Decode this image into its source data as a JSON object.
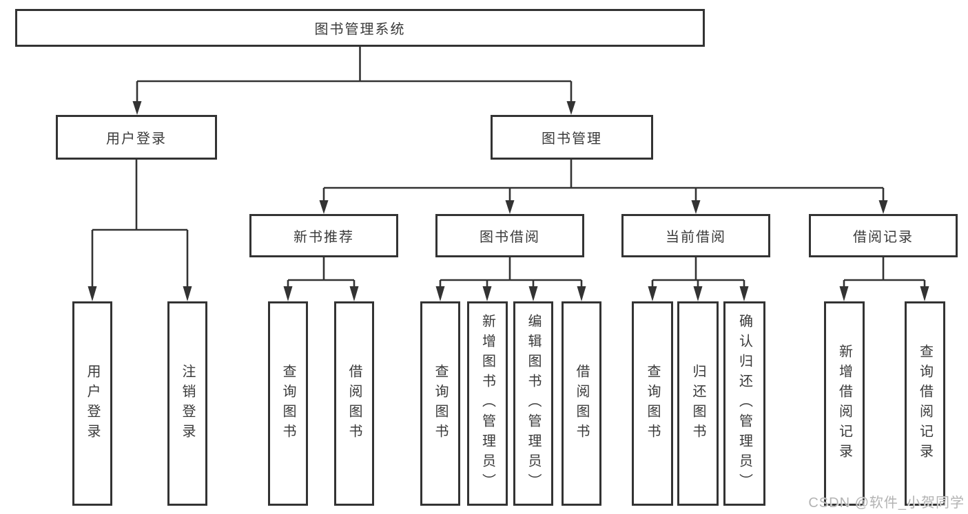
{
  "colors": {
    "line": "#333333",
    "text": "#3a3a3a",
    "canvas": "#ffffff",
    "watermark": "#b3b3b3"
  },
  "diagram": {
    "root": {
      "label": "图书管理系统"
    },
    "level2": [
      {
        "label": "用户登录"
      },
      {
        "label": "图书管理"
      }
    ],
    "level3": [
      {
        "label": "新书推荐"
      },
      {
        "label": "图书借阅"
      },
      {
        "label": "当前借阅"
      },
      {
        "label": "借阅记录"
      }
    ],
    "leaves": {
      "login": [
        {
          "label": "用户登录"
        },
        {
          "label": "注销登录"
        }
      ],
      "new_books": [
        {
          "label": "查询图书"
        },
        {
          "label": "借阅图书"
        }
      ],
      "borrow": [
        {
          "label": "查询图书"
        },
        {
          "label": "新增图书（管理员）"
        },
        {
          "label": "编辑图书（管理员）"
        },
        {
          "label": "借阅图书"
        }
      ],
      "current": [
        {
          "label": "查询图书"
        },
        {
          "label": "归还图书"
        },
        {
          "label": "确认归还（管理员）"
        }
      ],
      "records": [
        {
          "label": "新增借阅记录"
        },
        {
          "label": "查询借阅记录"
        }
      ]
    }
  },
  "watermark": {
    "text": "CSDN @软件_小贺同学"
  }
}
